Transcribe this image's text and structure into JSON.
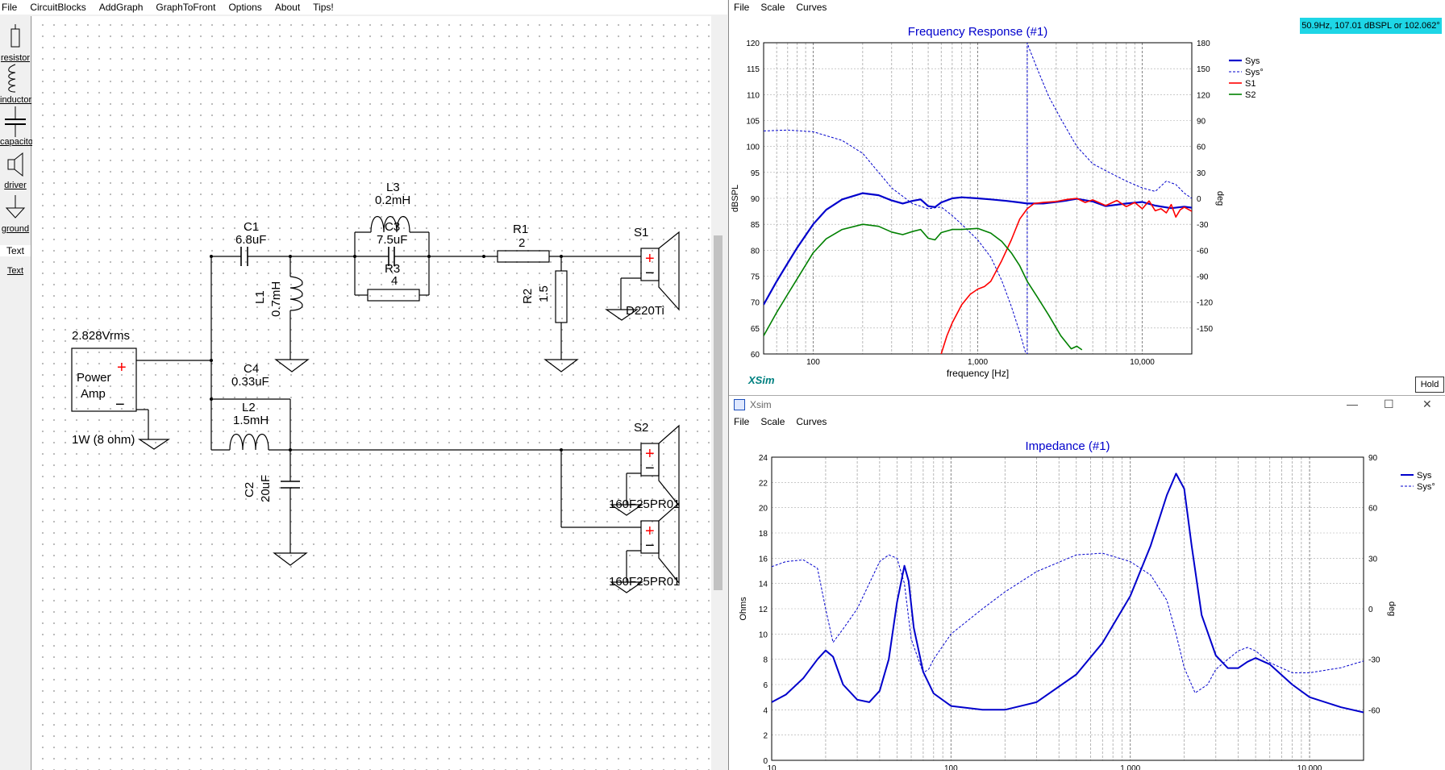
{
  "schematic_menu": [
    "File",
    "CircuitBlocks",
    "AddGraph",
    "GraphToFront",
    "Options",
    "About",
    "Tips!"
  ],
  "palette": {
    "resistor": "resistor",
    "inductor": "inductor",
    "capacitor": "capacitor",
    "driver": "driver",
    "ground": "ground",
    "text_icon": "Text",
    "text": "Text"
  },
  "circuit": {
    "amp_voltage": "2.828Vrms",
    "amp_name_1": "Power",
    "amp_name_2": "Amp",
    "amp_power": "1W (8 ohm)",
    "c1_name": "C1",
    "c1_val": "6.8uF",
    "l1_name": "L1",
    "l1_val": "0.7mH",
    "l3_name": "L3",
    "l3_val": "0.2mH",
    "c3_name": "C3",
    "c3_val": "7.5uF",
    "r3_name": "R3",
    "r3_val": "4",
    "r1_name": "R1",
    "r1_val": "2",
    "r2_name": "R2",
    "r2_val": "1.5",
    "s1_name": "S1",
    "s1_model": "D220Ti",
    "c4_name": "C4",
    "c4_val": "0.33uF",
    "l2_name": "L2",
    "l2_val": "1.5mH",
    "c2_name": "C2",
    "c2_val": "20uF",
    "s2_name": "S2",
    "s2_model_a": "160F25PR01",
    "s2_model_b": "160F25PR01"
  },
  "win1": {
    "menu": [
      "File",
      "Scale",
      "Curves"
    ],
    "readout": "50.9Hz, 107.01 dBSPL or 102.062°",
    "hold": "Hold",
    "logo": "XSim"
  },
  "win2": {
    "title": "Xsim",
    "menu": [
      "File",
      "Scale",
      "Curves"
    ],
    "min_icon": "—",
    "max_icon": "☐",
    "close_icon": "✕"
  },
  "chart_data": [
    {
      "type": "line",
      "title": "Frequency Response (#1)",
      "xlabel": "frequency [Hz]",
      "ylabel": "dBSPL",
      "y2label": "deg",
      "xscale": "log",
      "xlim": [
        50,
        20000
      ],
      "ylim": [
        60,
        120
      ],
      "y2lim": [
        -180,
        180
      ],
      "xticks": [
        100,
        1000,
        10000
      ],
      "xticklabels": [
        "100",
        "1,000",
        "10,000"
      ],
      "yticks": [
        60,
        65,
        70,
        75,
        80,
        85,
        90,
        95,
        100,
        105,
        110,
        115,
        120
      ],
      "y2ticks": [
        -150,
        -120,
        -90,
        -60,
        -30,
        0,
        30,
        60,
        90,
        120,
        150,
        180
      ],
      "grid": true,
      "legend": "right",
      "series": [
        {
          "name": "Sys",
          "axis": "left",
          "color": "#0000cc",
          "style": "solid",
          "width": 2.2,
          "x": [
            50,
            60,
            70,
            80,
            100,
            120,
            150,
            200,
            250,
            300,
            350,
            400,
            450,
            500,
            550,
            600,
            700,
            800,
            1000,
            1200,
            1500,
            1800,
            2000,
            2500,
            3000,
            3500,
            4000,
            5000,
            6000,
            8000,
            10000,
            12000,
            15000,
            18000,
            20000
          ],
          "y": [
            69.5,
            74,
            77.5,
            80.5,
            85,
            87.8,
            89.8,
            91,
            90.6,
            89.6,
            89,
            89.5,
            89.8,
            88.5,
            88.3,
            89.2,
            90,
            90.2,
            90,
            89.8,
            89.5,
            89.2,
            89,
            89,
            89.3,
            89.6,
            89.9,
            89.4,
            88.5,
            89,
            89.3,
            88.6,
            88.1,
            88.4,
            88.2
          ]
        },
        {
          "name": "Sys°",
          "axis": "right",
          "color": "#0000cc",
          "style": "dashed",
          "width": 1,
          "x": [
            50,
            70,
            100,
            150,
            200,
            300,
            400,
            500,
            600,
            700,
            800,
            1000,
            1200,
            1400,
            1600,
            1800,
            1950,
            2000,
            2000,
            2050,
            2300,
            2700,
            3200,
            4000,
            5000,
            6000,
            8000,
            10000,
            12000,
            14000,
            16000,
            18000,
            20000
          ],
          "y": [
            78,
            79,
            77,
            67,
            52,
            12,
            -6,
            -12,
            -10,
            -20,
            -30,
            -48,
            -68,
            -95,
            -125,
            -155,
            -178,
            -180,
            180,
            174,
            150,
            118,
            92,
            60,
            40,
            32,
            20,
            12,
            8,
            20,
            16,
            6,
            0
          ]
        },
        {
          "name": "S1",
          "axis": "left",
          "color": "#ff0000",
          "style": "solid",
          "width": 1.6,
          "x": [
            600,
            650,
            700,
            800,
            900,
            1000,
            1100,
            1200,
            1400,
            1600,
            1800,
            2000,
            2200,
            2500,
            3000,
            3500,
            4000,
            4500,
            5000,
            6000,
            7000,
            8000,
            9000,
            10000,
            11000,
            12000,
            13000,
            14000,
            15000,
            16000,
            17000,
            18000,
            20000
          ],
          "y": [
            60,
            63.5,
            66,
            69.5,
            71.5,
            72.5,
            73,
            74,
            78,
            82,
            86,
            88,
            89,
            89.2,
            89.4,
            89.8,
            90,
            89.2,
            89.7,
            88.6,
            89.6,
            88.4,
            89.2,
            88,
            89.5,
            87.6,
            88,
            87.2,
            88.8,
            86.4,
            87.8,
            88.3,
            87.5
          ]
        },
        {
          "name": "S2",
          "axis": "left",
          "color": "#008000",
          "style": "solid",
          "width": 1.6,
          "x": [
            50,
            60,
            70,
            80,
            100,
            120,
            150,
            200,
            250,
            300,
            350,
            400,
            450,
            500,
            550,
            600,
            700,
            800,
            1000,
            1200,
            1400,
            1600,
            1800,
            2000,
            2300,
            2700,
            3200,
            3700,
            4000,
            4300
          ],
          "y": [
            63.5,
            68,
            71.5,
            74.5,
            79.5,
            82.2,
            84,
            85,
            84.6,
            83.5,
            83,
            83.6,
            84,
            82.3,
            82,
            83.4,
            84,
            84,
            84.2,
            83.3,
            81.7,
            79.5,
            77,
            74,
            71,
            67.5,
            63.5,
            61,
            61.5,
            60.8
          ]
        }
      ]
    },
    {
      "type": "line",
      "title": "Impedance (#1)",
      "xlabel": "",
      "ylabel": "Ohms",
      "y2label": "deg",
      "xscale": "log",
      "xlim": [
        10,
        20000
      ],
      "ylim": [
        0,
        24
      ],
      "y2lim": [
        -90,
        90
      ],
      "xticks": [
        10,
        100,
        1000,
        10000
      ],
      "xticklabels": [
        "10",
        "100",
        "1,000",
        "10,000"
      ],
      "yticks": [
        0,
        2,
        4,
        6,
        8,
        10,
        12,
        14,
        16,
        18,
        20,
        22,
        24
      ],
      "y2ticks": [
        -60,
        -30,
        0,
        30,
        60,
        90
      ],
      "grid": true,
      "legend": "right",
      "series": [
        {
          "name": "Sys",
          "axis": "left",
          "color": "#0000cc",
          "style": "solid",
          "width": 2,
          "x": [
            10,
            12,
            15,
            18,
            20,
            22,
            25,
            30,
            35,
            40,
            45,
            50,
            55,
            58,
            62,
            70,
            80,
            100,
            150,
            200,
            300,
            500,
            700,
            1000,
            1300,
            1600,
            1800,
            2000,
            2200,
            2500,
            3000,
            3500,
            4000,
            4500,
            5000,
            6000,
            8000,
            10000,
            15000,
            20000
          ],
          "y": [
            4.6,
            5.2,
            6.5,
            8,
            8.7,
            8.2,
            6,
            4.8,
            4.6,
            5.5,
            8,
            12.5,
            15.4,
            14.2,
            10.5,
            7,
            5.3,
            4.3,
            4,
            4,
            4.6,
            6.8,
            9.3,
            13,
            17,
            21,
            22.7,
            21.5,
            17,
            11.5,
            8.3,
            7.3,
            7.3,
            7.8,
            8.1,
            7.6,
            6,
            5,
            4.2,
            3.8
          ]
        },
        {
          "name": "Sys°",
          "axis": "right",
          "color": "#0000cc",
          "style": "dashed",
          "width": 1,
          "x": [
            10,
            12,
            15,
            18,
            20,
            22,
            25,
            30,
            35,
            40,
            45,
            50,
            55,
            60,
            70,
            75,
            80,
            100,
            150,
            200,
            300,
            500,
            700,
            1000,
            1300,
            1600,
            1800,
            2000,
            2300,
            2700,
            3000,
            3500,
            4000,
            4500,
            5000,
            6000,
            8000,
            10000,
            15000,
            20000
          ],
          "y": [
            25,
            28,
            29,
            24,
            0,
            -20,
            -12,
            0,
            15,
            28,
            32,
            30,
            15,
            -18,
            -38,
            -36,
            -30,
            -15,
            0,
            10,
            22,
            32,
            33,
            28,
            20,
            5,
            -15,
            -35,
            -50,
            -45,
            -36,
            -30,
            -25,
            -23,
            -25,
            -32,
            -38,
            -38,
            -35,
            -31
          ]
        }
      ]
    }
  ]
}
